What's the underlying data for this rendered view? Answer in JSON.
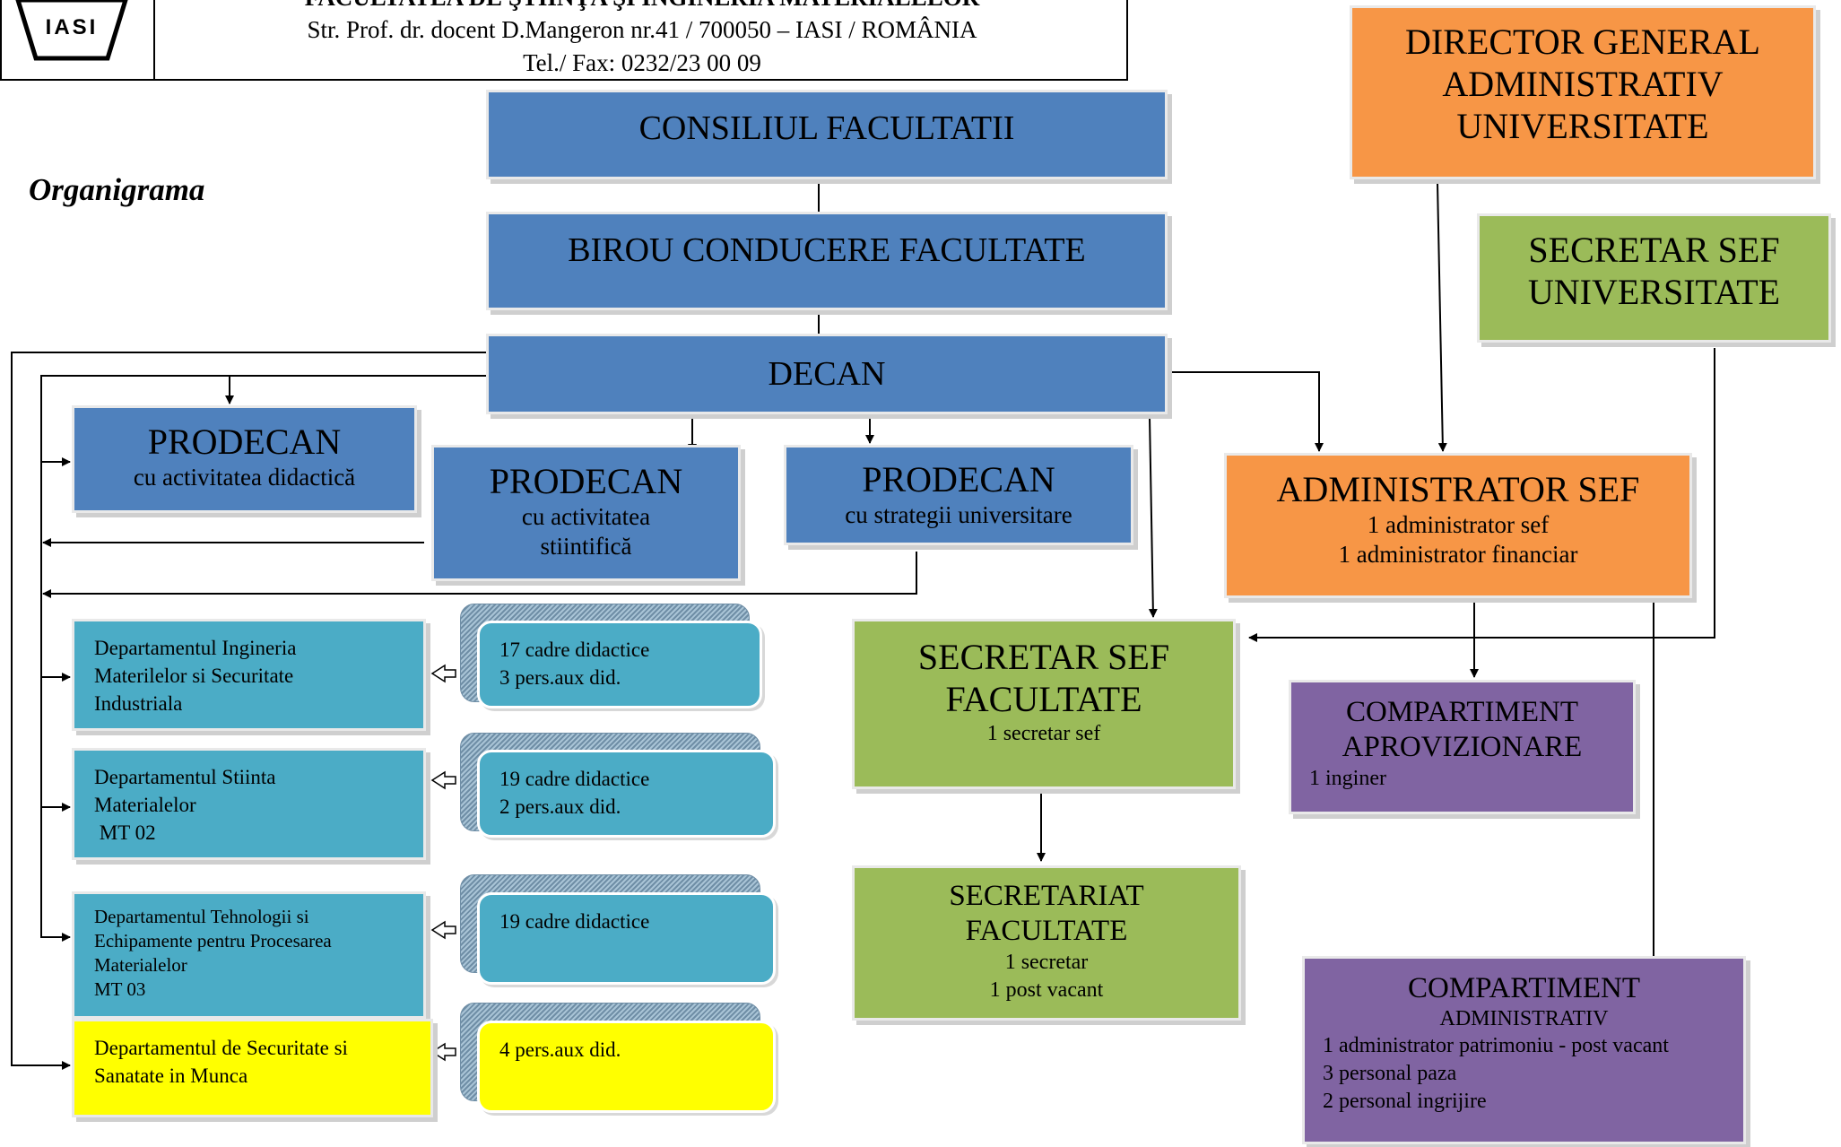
{
  "header": {
    "logo_text": "IASI",
    "faculty_line": "FACULTATEA DE ŞTIINŢA ŞI INGINERIA MATERIALELOR",
    "address": "Str. Prof. dr. docent D.Mangeron nr.41 / 700050 – IASI / ROMÂNIA",
    "phone": "Tel./ Fax: 0232/23 00 09"
  },
  "title": "Organigrama",
  "nodes": {
    "consiliu": "CONSILIUL FACULTATII",
    "birou": "BIROU CONDUCERE FACULTATE",
    "decan": "DECAN",
    "director": [
      "DIRECTOR GENERAL",
      "ADMINISTRATIV",
      "UNIVERSITATE"
    ],
    "secretar_univ": [
      "SECRETAR SEF",
      "UNIVERSITATE"
    ],
    "prodecan1": {
      "title": "PRODECAN",
      "sub": "cu activitatea didactică"
    },
    "prodecan2": {
      "title": "PRODECAN",
      "sub1": "cu activitatea",
      "sub2": "stiintifică"
    },
    "prodecan3": {
      "title": "PRODECAN",
      "sub": "cu strategii universitare"
    },
    "administrator": {
      "title": "ADMINISTRATOR SEF",
      "l1": "1 administrator sef",
      "l2": "1 administrator financiar"
    },
    "secretar_fac": {
      "t1": "SECRETAR SEF",
      "t2": "FACULTATE",
      "l1": "1 secretar sef"
    },
    "secretariat": {
      "t1": "SECRETARIAT",
      "t2": "FACULTATE",
      "l1": "1 secretar",
      "l2": "1 post vacant"
    },
    "aprovizionare": {
      "t1": "COMPARTIMENT",
      "t2": "APROVIZIONARE",
      "l1": "1 inginer"
    },
    "administrativ": {
      "t1": "COMPARTIMENT",
      "t2": "ADMINISTRATIV",
      "l1": "1 administrator patrimoniu - post vacant",
      "l2": "3  personal paza",
      "l3": "2  personal ingrijire"
    }
  },
  "departments": [
    {
      "lines": [
        "Departamentul Ingineria",
        "Materilelor si Securitate",
        "Industriala"
      ],
      "staff": [
        "17 cadre didactice",
        "3 pers.aux did."
      ]
    },
    {
      "lines": [
        "Departamentul Stiinta",
        "Materialelor",
        " MT 02"
      ],
      "staff": [
        "19 cadre didactice",
        "2 pers.aux did."
      ]
    },
    {
      "lines": [
        "Departamentul Tehnologii si",
        "Echipamente pentru Procesarea",
        "Materialelor",
        "MT 03"
      ],
      "staff": [
        "19 cadre didactice"
      ]
    },
    {
      "lines": [
        "Departamentul de Securitate si",
        "Sanatate in Munca"
      ],
      "staff": [
        "4 pers.aux did."
      ]
    }
  ],
  "colors": {
    "blue": "#4f81bd",
    "orange": "#f79646",
    "green": "#9bbb59",
    "purple": "#8064a2",
    "teal": "#4bacc6",
    "yellow": "#ffff00"
  }
}
